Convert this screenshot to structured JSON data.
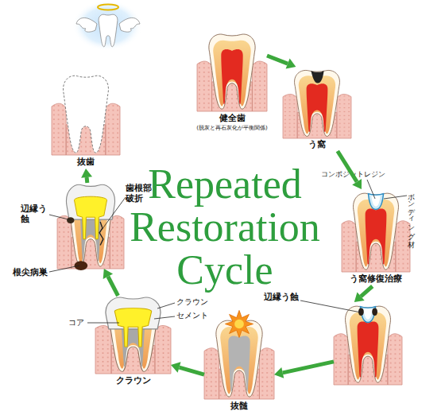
{
  "diagram": {
    "title": "Repeated Restoration Cycle",
    "nodes": [
      {
        "text": [
          "健全歯",
          "(脱灰と再石灰化が平衡関係)"
        ]
      },
      {
        "text": [
          "う窩"
        ]
      },
      {
        "text": [
          "う窩修復治療",
          "コンポジットレジン",
          "ボンディング材"
        ]
      },
      {
        "text": [
          "辺縁う蝕"
        ]
      },
      {
        "text": [
          "抜髄"
        ]
      },
      {
        "text": [
          "クラウン",
          "クラウン",
          "セメント",
          "コア"
        ]
      },
      {
        "text": [
          "辺縁う蝕",
          "歯根部破折",
          "根尖病巣"
        ]
      },
      {
        "text": [
          "抜歯"
        ]
      }
    ],
    "edges": [
      {
        "from": 0,
        "to": 1,
        "arrow": "to"
      },
      {
        "from": 1,
        "to": 2,
        "arrow": "to"
      },
      {
        "from": 2,
        "to": 3,
        "arrow": "to"
      },
      {
        "from": 3,
        "to": 4,
        "arrow": "to"
      },
      {
        "from": 4,
        "to": 5,
        "arrow": "to"
      },
      {
        "from": 5,
        "to": 6,
        "arrow": "to"
      },
      {
        "from": 6,
        "to": 7,
        "arrow": "to"
      }
    ]
  }
}
